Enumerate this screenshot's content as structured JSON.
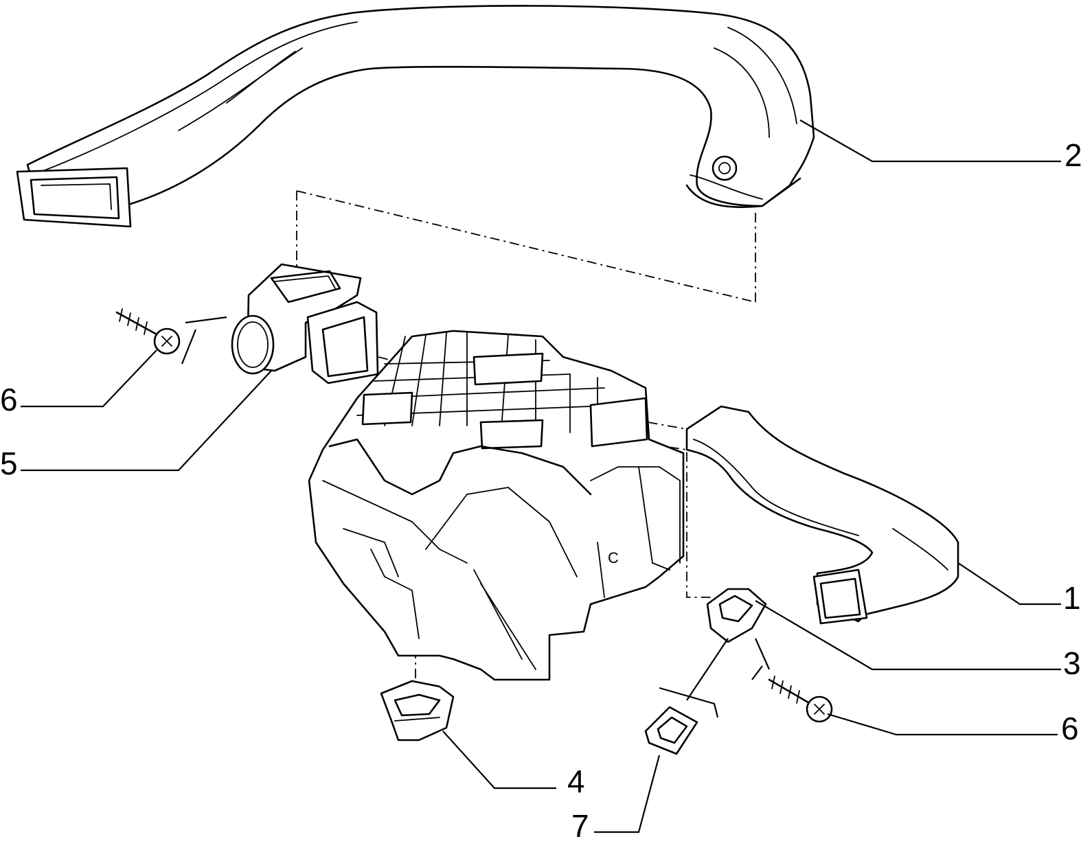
{
  "callouts": [
    {
      "id": "1",
      "label": "1"
    },
    {
      "id": "2",
      "label": "2"
    },
    {
      "id": "3",
      "label": "3"
    },
    {
      "id": "4",
      "label": "4"
    },
    {
      "id": "5",
      "label": "5"
    },
    {
      "id": "6a",
      "label": "6"
    },
    {
      "id": "6b",
      "label": "6"
    },
    {
      "id": "7",
      "label": "7"
    }
  ]
}
